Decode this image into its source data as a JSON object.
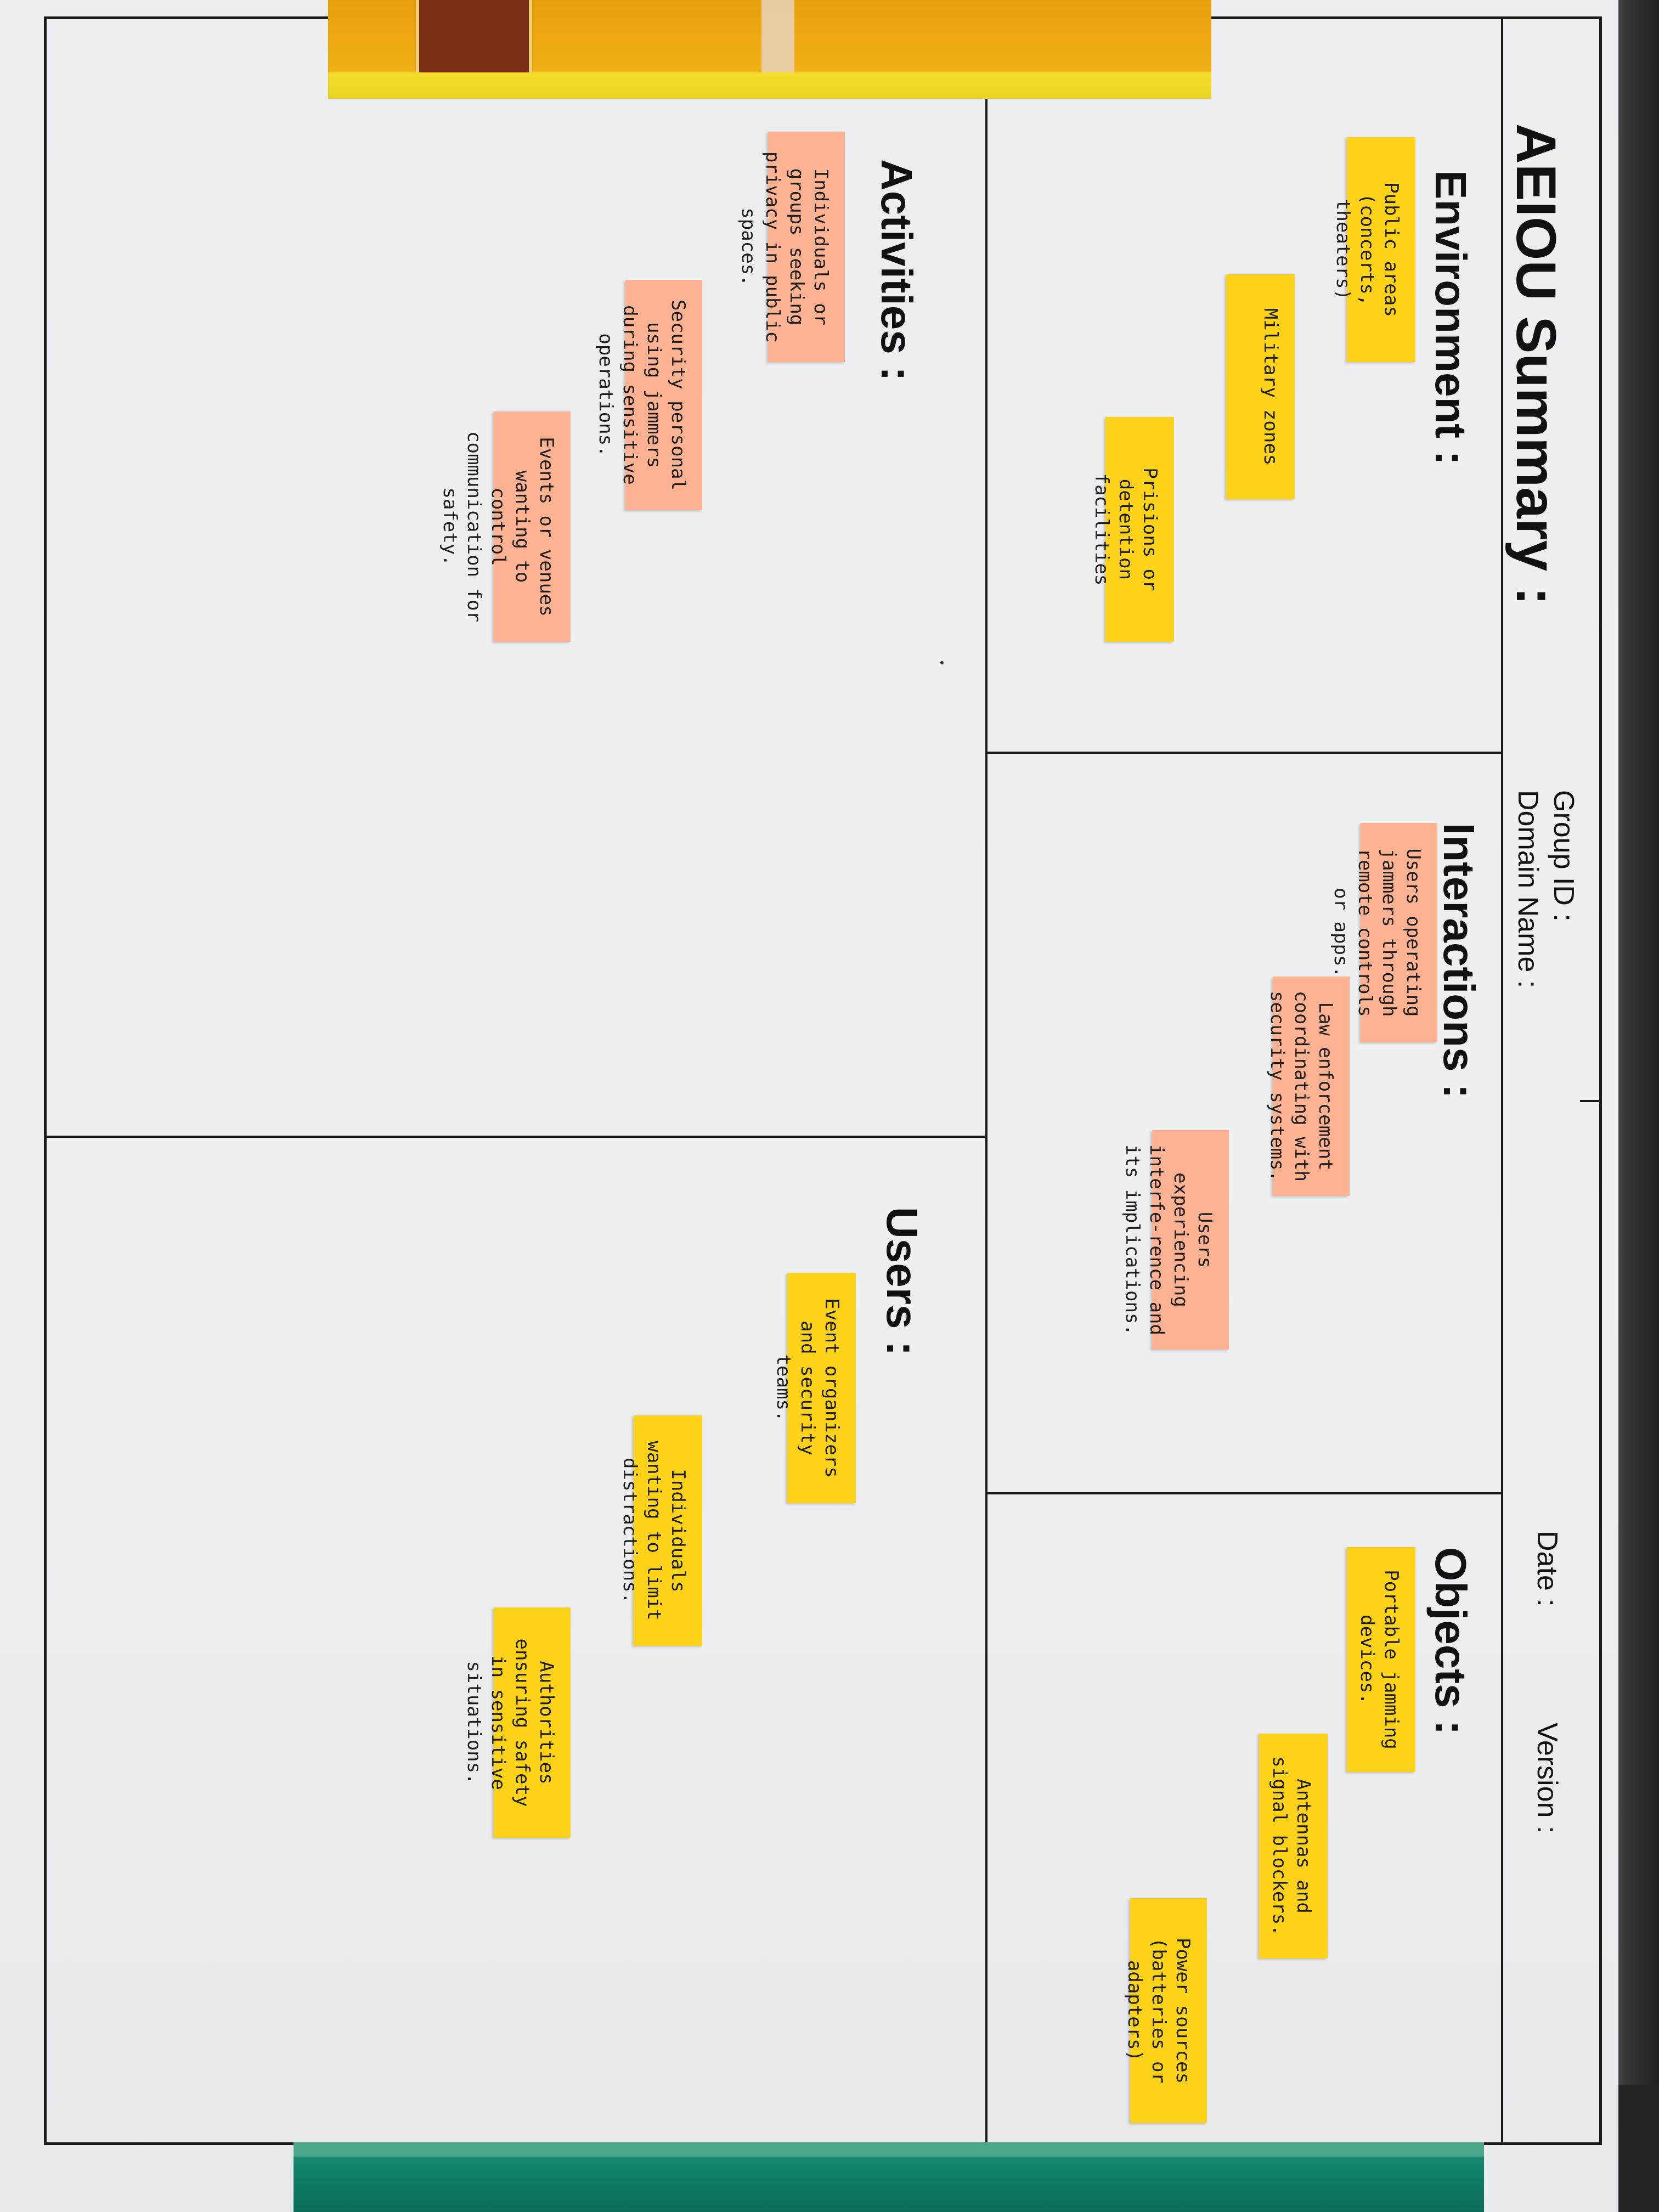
{
  "board": {
    "title": "AEIOU Summary :",
    "group_id": "Group ID :",
    "domain_name": "Domain Name :",
    "date": "Date :",
    "version": "Version :"
  },
  "sections": {
    "environment": {
      "title": "Environment :",
      "notes": [
        "Public areas (concerts, theaters)",
        "Military zones",
        "Prisions or detention facilities"
      ]
    },
    "interactions": {
      "title": "Interactions :",
      "notes": [
        "Users operating jammers through remote controls or apps.",
        "Law enforcement coordinating with security systems.",
        "Users experiencing interfe-rence and its implications."
      ]
    },
    "objects": {
      "title": "Objects :",
      "notes": [
        "Portable jamming devices.",
        "Antennas and signal blockers.",
        "Power sources (batteries or adapters)"
      ]
    },
    "activities": {
      "title": "Activities :",
      "notes": [
        "Individuals or groups seeking privacy in public spaces.",
        "Security personal using jammers during sensitive operations.",
        "Events or venues wanting to control communication for safety."
      ]
    },
    "users": {
      "title": "Users :",
      "notes": [
        "Event organizers and security teams.",
        "Individuals wanting to limit distractions.",
        "Authorities ensuring safety in sensitive situations."
      ]
    }
  },
  "colors": {
    "note_yellow": "#ffd21a",
    "note_pink": "#ffb291",
    "book_top": "#f2ae17",
    "book_bottom": "#0f7d63"
  }
}
